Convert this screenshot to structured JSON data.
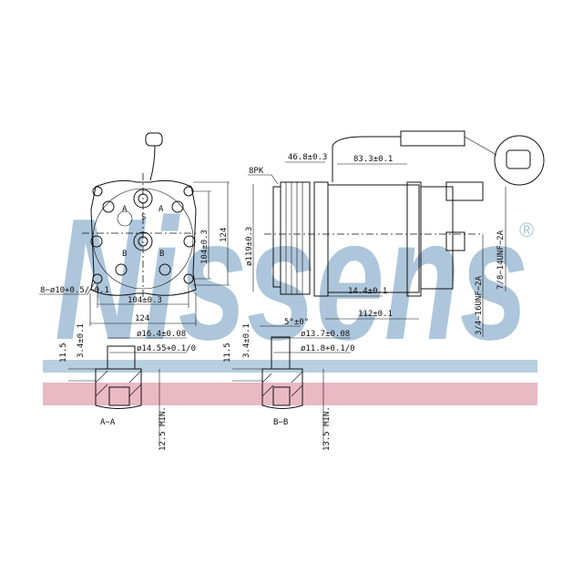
{
  "watermark": {
    "brand": "Nissens",
    "registered": "®",
    "color": "#a9c4da",
    "band_colors": [
      "#b7cfe0",
      "#e9b9c4"
    ]
  },
  "front_view": {
    "port_a": "A",
    "port_s": "S",
    "port_b": "B",
    "dim_width_inner": "104±0.3",
    "dim_width_outer": "124",
    "dim_height_inner": "104±0.3",
    "dim_height_outer": "124",
    "hole_spec": "8−ø10+0.5/−0.1"
  },
  "side_view": {
    "belt": "8PK",
    "dim_pulley_offset": "46.8±0.3",
    "dim_body": "83.3±0.1",
    "dim_pulley_dia": "ø119±0.3",
    "dim_flange": "14.4±0.1",
    "dim_length": "112±0.1",
    "thread_1": "3/4−16UNF−2A",
    "thread_2": "7/8−14UNF−2A"
  },
  "section_aa": {
    "label": "A−A",
    "dim_outer": "ø16.4±0.08",
    "dim_inner": "ø14.55+0.1/0",
    "dim_height": "11.5",
    "dim_depth": "3.4±0.1",
    "dim_min": "12.5 MIN."
  },
  "section_bb": {
    "label": "B−B",
    "dim_angle": "5°±0°",
    "dim_outer": "ø13.7±0.08",
    "dim_inner": "ø11.8+0.1/0",
    "dim_height": "11.5",
    "dim_depth": "3.4±0.1",
    "dim_min": "13.5 MIN."
  }
}
